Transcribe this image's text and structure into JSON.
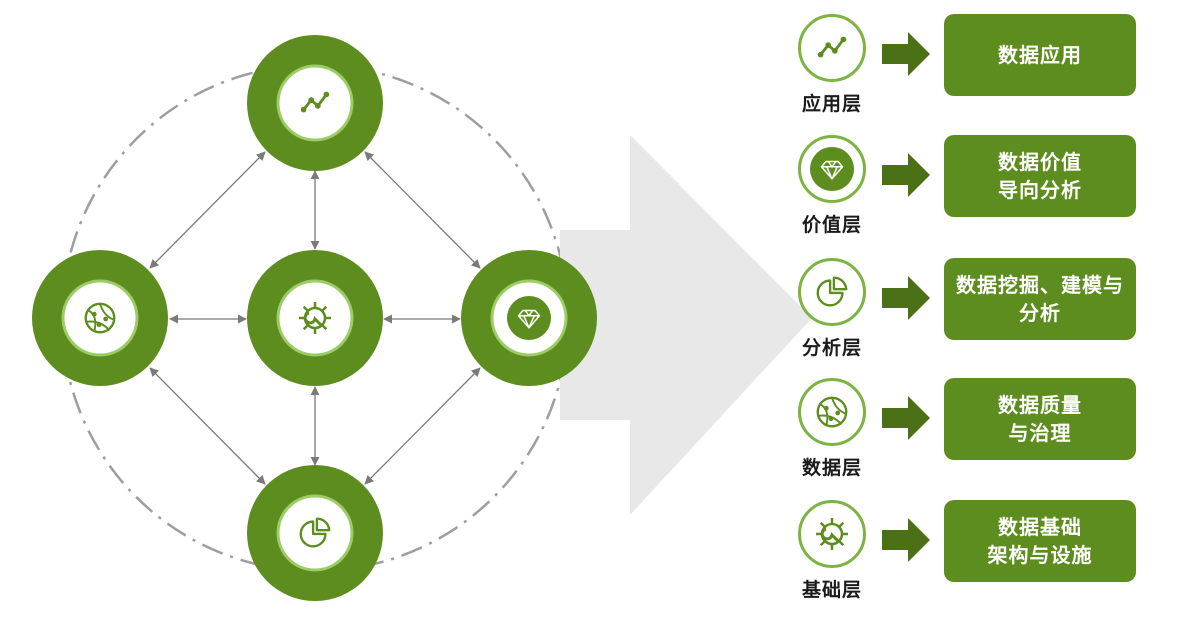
{
  "colors": {
    "node_ring": "#5e8d1f",
    "node_inner_border": "#9ccc65",
    "icon_stroke": "#5e8d1f",
    "connector": "#7a7a7a",
    "orbit": "#9e9e9e",
    "big_arrow": "#e8e8e8",
    "layer_box": "#5e8d1f",
    "layer_arrow": "#4c7016",
    "layer_icon_border": "#7cb342"
  },
  "hub": {
    "nodes": [
      {
        "name": "top",
        "icon": "trend-line-icon"
      },
      {
        "name": "left",
        "icon": "globe-network-icon"
      },
      {
        "name": "center",
        "icon": "gear-wrench-icon"
      },
      {
        "name": "right",
        "icon": "diamond-icon"
      },
      {
        "name": "bottom",
        "icon": "pie-chart-icon"
      }
    ]
  },
  "layers": [
    {
      "label": "应用层",
      "box_text": "数据应用",
      "icon": "trend-line-icon"
    },
    {
      "label": "价值层",
      "box_text": "数据价值\n导向分析",
      "icon": "diamond-icon"
    },
    {
      "label": "分析层",
      "box_text": "数据挖掘、建模与\n分析",
      "icon": "pie-chart-icon"
    },
    {
      "label": "数据层",
      "box_text": "数据质量\n与治理",
      "icon": "globe-network-icon"
    },
    {
      "label": "基础层",
      "box_text": "数据基础\n架构与设施",
      "icon": "gear-wrench-icon"
    }
  ]
}
